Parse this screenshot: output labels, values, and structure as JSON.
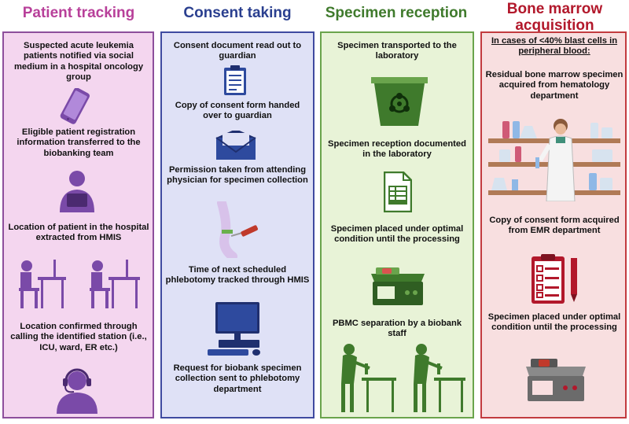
{
  "columns": [
    {
      "title": "Patient tracking",
      "color": "#b8409a",
      "steps": [
        "Suspected acute leukemia patients notified via social medium in a hospital oncology group",
        "Eligible patient registration information transferred to the biobanking team",
        "Location of patient in the hospital extracted from HMIS",
        "Location confirmed through calling the identified station (i.e., ICU, ward, ER etc.)"
      ],
      "icons": [
        "smartphone-icon",
        "person-with-tablet-icon",
        "workstation-staff-icon",
        "headset-operator-icon"
      ]
    },
    {
      "title": "Consent taking",
      "color": "#2a3f8f",
      "steps": [
        "Consent document read out to guardian",
        "Copy of consent form handed over to guardian",
        "Permission taken from attending physician for specimen collection",
        "Time of next scheduled phlebotomy tracked through HMIS",
        "Request for biobank specimen collection sent to phlebotomy department"
      ],
      "icons": [
        "clipboard-icon",
        "envelope-icon",
        "blood-draw-arm-icon",
        "desktop-computer-icon"
      ]
    },
    {
      "title": "Specimen reception",
      "color": "#3f7a2c",
      "steps": [
        "Specimen transported to the laboratory",
        "Specimen reception documented in the laboratory",
        "Specimen placed under optimal condition until the processing",
        "PBMC separation by a biobank staff"
      ],
      "icons": [
        "biohazard-container-icon",
        "spreadsheet-document-icon",
        "lab-incubator-icon",
        "lab-technician-icon"
      ]
    },
    {
      "title": "Bone marrow acquisition",
      "title_lines": [
        "Bone marrow",
        "acquisition"
      ],
      "color": "#b2182b",
      "note_lines": [
        "In cases of <40% blast cells in",
        "peripheral blood:"
      ],
      "steps": [
        "Residual bone marrow specimen acquired from hematology department",
        "Copy of consent form acquired from EMR department",
        "Specimen placed under optimal condition until the processing"
      ],
      "icons": [
        "laboratory-scientist-icon",
        "checklist-icon",
        "sample-incubator-icon"
      ]
    }
  ]
}
